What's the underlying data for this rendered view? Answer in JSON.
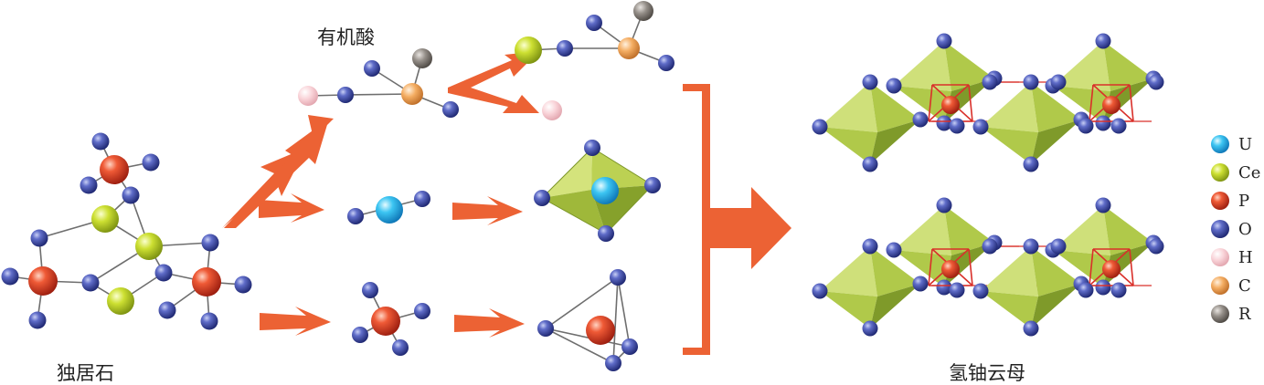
{
  "labels": {
    "monazite": "独居石",
    "organic_acid": "有机酸",
    "hydrogen_uranium_mica": "氢铀云母"
  },
  "legend": [
    {
      "symbol": "U",
      "color": "#29b6e8"
    },
    {
      "symbol": "Ce",
      "color": "#c4d62a"
    },
    {
      "symbol": "P",
      "color": "#e2482d"
    },
    {
      "symbol": "O",
      "color": "#4a55b0"
    },
    {
      "symbol": "H",
      "color": "#f6c9cf"
    },
    {
      "symbol": "C",
      "color": "#f2a75a"
    },
    {
      "symbol": "R",
      "color": "#8a8580"
    }
  ],
  "colors": {
    "arrow": "#ec6234",
    "bond": "#6e6e6e",
    "octa_light": "#cfe07a",
    "octa_mid": "#b0c94a",
    "octa_dark": "#7f9a2a",
    "p_bond": "#d9302a"
  }
}
